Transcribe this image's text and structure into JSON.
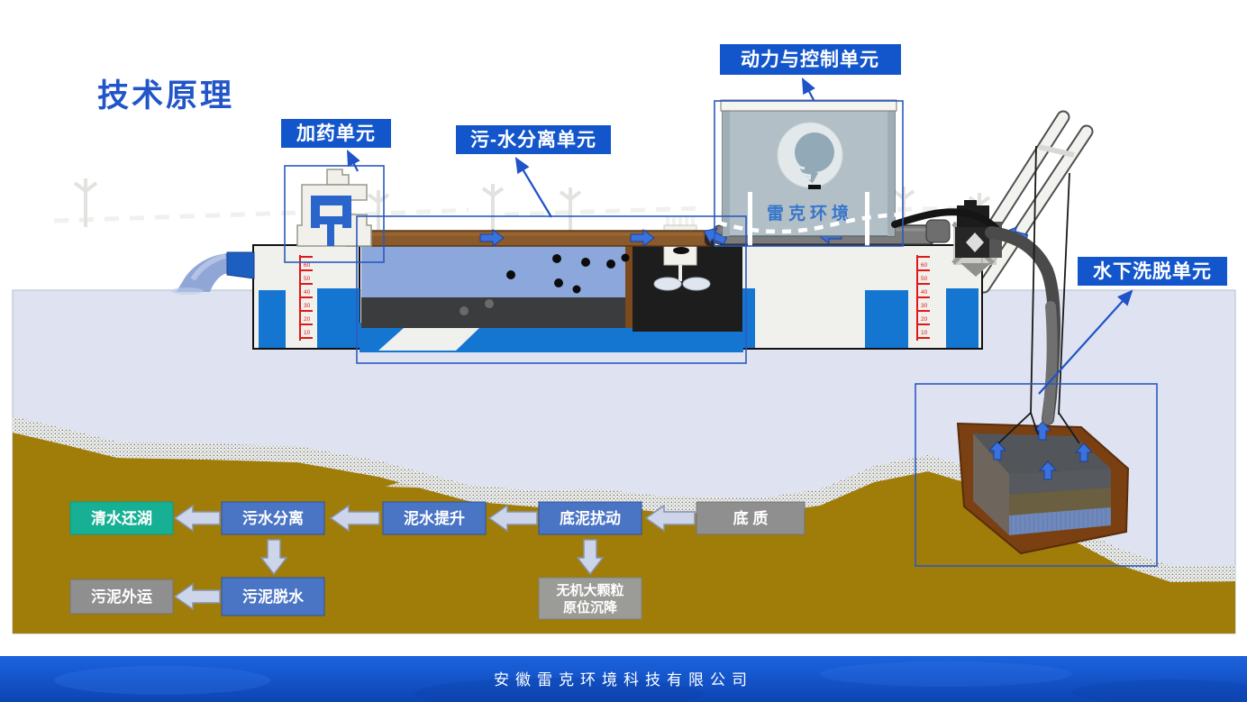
{
  "title": "技术原理",
  "unit_labels": {
    "dosing": "加药单元",
    "separation": "污-水分离单元",
    "power": "动力与控制单元",
    "underwater": "水下洗脱单元"
  },
  "cabin": {
    "brand": "雷克环境"
  },
  "ruler": {
    "values": [
      "60",
      "50",
      "40",
      "30",
      "20",
      "10"
    ]
  },
  "flowchart": {
    "clean_water": "清水还湖",
    "sewage_separation": "污水分离",
    "mud_lift": "泥水提升",
    "sediment_stir": "底泥扰动",
    "substrate": "底 质",
    "sludge_out": "污泥外运",
    "sludge_dewater": "污泥脱水",
    "particles_line1": "无机大颗粒",
    "particles_line2": "原位沉降"
  },
  "footer": {
    "company": "安徽雷克环境科技有限公司"
  },
  "colors": {
    "accent_blue": "#1356cb",
    "flow_blue": "#4a74c4",
    "flow_green": "#17b094",
    "flow_gray": "#8f8f8f",
    "seabed": "#a07c08",
    "water": "#dfe3f1"
  }
}
